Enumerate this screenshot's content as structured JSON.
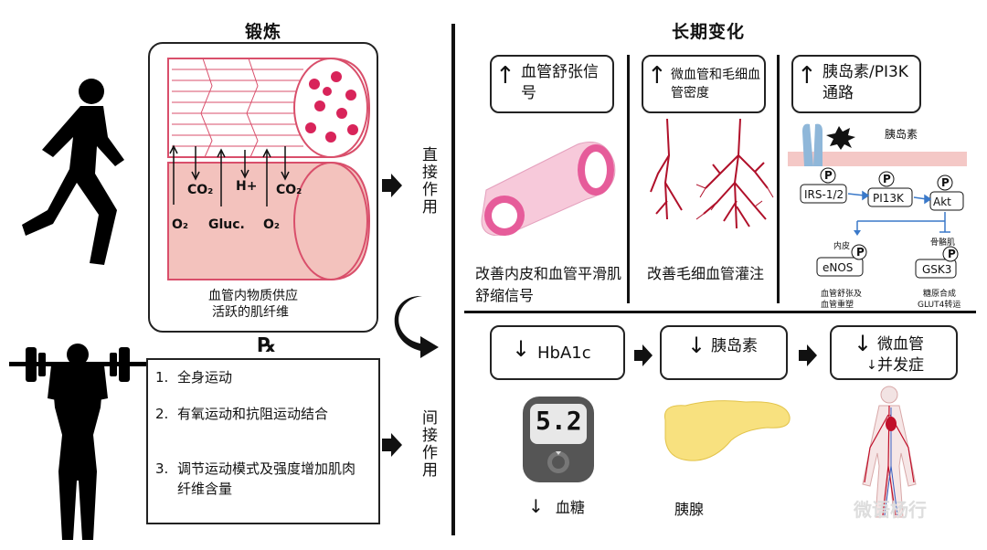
{
  "left": {
    "title": "锻炼",
    "muscle": {
      "co2_left": "CO₂",
      "h_plus": "H+",
      "co2_right": "CO₂",
      "o2_left": "O₂",
      "gluc": "Gluc.",
      "o2_right": "O₂",
      "caption_line1": "血管内物质供应",
      "caption_line2": "活跃的肌纤维"
    },
    "rx_symbol": "℞",
    "rx_items": [
      {
        "num": "1.",
        "text": "全身运动"
      },
      {
        "num": "2.",
        "text": "有氧运动和抗阻运动结合"
      },
      {
        "num": "3.",
        "text": "调节运动模式及强度增加肌肉纤维含量"
      }
    ]
  },
  "mid": {
    "direct": "直接作用",
    "indirect": "间接作用"
  },
  "right": {
    "title": "长期变化",
    "top_boxes": [
      {
        "arrow": "↑",
        "text": "血管舒张信号"
      },
      {
        "arrow": "↑",
        "text": "微血管和毛细血管密度"
      },
      {
        "arrow": "↑",
        "text": "胰岛素/PI3K通路"
      }
    ],
    "top_captions": [
      "改善内皮和血管平滑肌舒缩信号",
      "改善毛细血管灌注"
    ],
    "pathway": {
      "insulin": "胰岛素",
      "p": "P",
      "irs": "IRS-1/2",
      "pi3k": "PI13K",
      "akt": "Akt",
      "endothelium": "内皮",
      "skeletal": "骨骼肌",
      "enos": "eNOS",
      "gsk3": "GSK3",
      "enos_note1": "血管舒张及",
      "enos_note2": "血管重塑",
      "gsk3_note1": "糖原合成",
      "gsk3_note2": "GLUT4转运"
    },
    "bottom_boxes": [
      {
        "arrow": "↓",
        "text": "HbA1c"
      },
      {
        "arrow": "↓",
        "text": "胰岛素"
      },
      {
        "arrow": "↓",
        "text": "微血管并发症",
        "inner_arrow": "↓"
      }
    ],
    "glucometer": "5.2",
    "bottom_captions": [
      {
        "arrow": "↓",
        "text": "血糖"
      },
      {
        "arrow": "",
        "text": "胰腺"
      }
    ],
    "watermark": "微语杨行"
  },
  "colors": {
    "muscle_pink": "#f3c2bd",
    "muscle_line": "#d94f6b",
    "dot": "#d8245a",
    "vessel": "#b0102a",
    "cell_blue": "#8fb7d9"
  }
}
